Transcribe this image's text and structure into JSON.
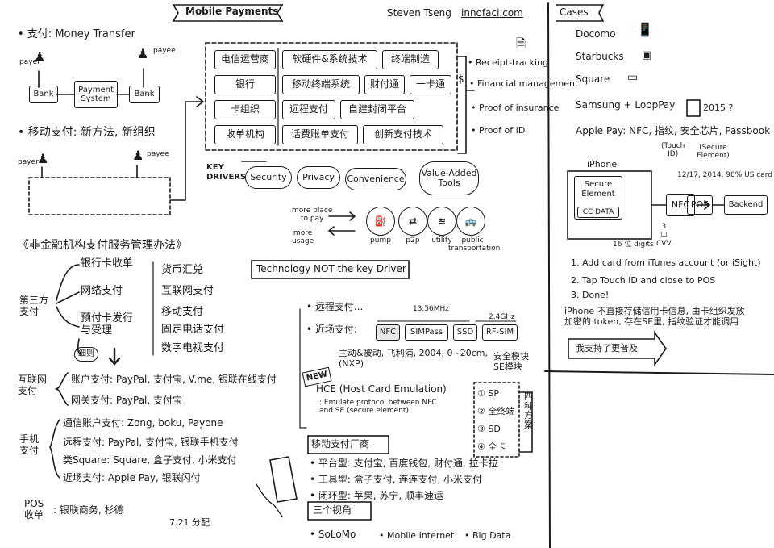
{
  "header": {
    "title": "Mobile Payments",
    "author": "Steven Tseng",
    "site": "innofaci.com"
  },
  "money_transfer": {
    "title": "• 支付: Money Transfer",
    "payer": "payer",
    "payee": "payee",
    "bank_left": "Bank",
    "system": "Payment\nSystem",
    "bank_right": "Bank"
  },
  "mobile_section": {
    "title": "• 移动支付: 新方法, 新组织",
    "payer": "payer",
    "payee": "payee"
  },
  "players_grid": {
    "left": [
      "电信运营商",
      "银行",
      "卡组织",
      "收单机构"
    ],
    "right": [
      [
        "软硬件&系统技术",
        "终端制造"
      ],
      [
        "移动终端系统",
        "财付通",
        "一卡通"
      ],
      [
        "远程支付",
        "自建封闭平台"
      ],
      [
        "话费账单支付",
        "创新支付技术"
      ]
    ]
  },
  "benefits": [
    "• Receipt-tracking",
    "• Financial management",
    "• Proof of insurance",
    "• Proof of ID"
  ],
  "key_drivers": {
    "label": "KEY\nDRIVERS",
    "items": [
      "Security",
      "Privacy",
      "Convenience",
      "Value-Added\nTools"
    ]
  },
  "usage": {
    "more_place": "more place\nto pay",
    "more_usage": "more\nusage"
  },
  "use_icons": [
    {
      "glyph": "⛽",
      "label": "pump"
    },
    {
      "glyph": "⇄",
      "label": "p2p"
    },
    {
      "glyph": "≋",
      "label": "utility"
    },
    {
      "glyph": "🚌",
      "label": "public\ntransportation"
    }
  ],
  "tech_not_driver": "Technology NOT the key Driver",
  "regulation": {
    "title": "《非金融机构支付服务管理办法》",
    "root": "第三方\n支付",
    "branches": [
      "银行卡收单",
      "网络支付",
      "预付卡发行\n与受理"
    ],
    "right_list": [
      "货币汇兑",
      "互联网支付",
      "移动支付",
      "固定电话支付",
      "数字电视支付"
    ],
    "note": "细则"
  },
  "internet_pay": {
    "root": "互联网\n支付",
    "rows": [
      "账户支付: PayPal, 支付宝, V.me, 银联在线支付",
      "网关支付: PayPal, 支付宝"
    ]
  },
  "mobile_pay": {
    "root": "手机\n支付",
    "rows": [
      "通信账户支付: Zong, boku, Payone",
      "远程支付: PayPal, 支付宝, 银联手机支付",
      "类Square: Square, 盒子支付, 小米支付",
      "近场支付: Apple Pay, 银联闪付"
    ]
  },
  "pos": {
    "root": "POS\n收单",
    "text": ": 银联商务, 杉德",
    "date": "7.21 分配"
  },
  "remote_pay": "• 远程支付...",
  "nearfield": {
    "label": "• 近场支付:",
    "freq1": "13.56MHz",
    "freq2": "2.4GHz",
    "options": [
      "NFC",
      "SIMPass",
      "SSD",
      "RF-SIM"
    ]
  },
  "nfc_note": "主动&被动, 飞利浦, 2004, 0~20cm,\n(NXP)",
  "se_label": "安全模块\nSE模块",
  "hce": {
    "badge": "NEW",
    "title": "HCE (Host Card Emulation)",
    "desc": ": Emulate protocol between NFC\n  and SE (secure element)"
  },
  "se_options": {
    "items": [
      "① SP",
      "② 全终端",
      "③ SD",
      "④ 全卡"
    ],
    "side": "四\n种\n方\n案"
  },
  "vendors": {
    "title": "移动支付厂商",
    "rows": [
      "• 平台型: 支付宝, 百度钱包, 财付通, 拉卡拉",
      "• 工具型: 盒子支付, 连连支付, 小米支付",
      "• 闭环型: 苹果, 苏宁, 顺丰速运"
    ]
  },
  "three_views": {
    "title": "三个视角",
    "items": [
      "• SoLoMo",
      "• Mobile Internet",
      "• Big Data"
    ]
  },
  "cases": {
    "title": "Cases",
    "items": [
      "Docomo",
      "Starbucks",
      "Square",
      "Samsung + LoopPay"
    ],
    "samsung_year": "2015 ?",
    "apple_pay": "Apple Pay: NFC, 指纹, 安全芯片, Passbook",
    "touch_id": "(Touch\nID)",
    "secure_element": "(Secure\nElement)",
    "date_note": "12/17, 2014. 90% US card",
    "iphone": "iPhone",
    "se_box": "Secure\nElement",
    "cc": "CC DATA",
    "nfc": "NFC",
    "pos": "POS",
    "backend": "Backend",
    "digits": "16 位 digits",
    "cvv": "3\n▢\nCVV",
    "steps": [
      "1. Add card from iTunes account (or iSight)",
      "2. Tap Touch ID and close to POS",
      "3. Done!"
    ],
    "note": "iPhone 不直接存储信用卡信息, 由卡组织发放\n加密的 token, 存在SE里, 指纹验证才能调用",
    "arrow_label": "我支持了更普及"
  }
}
